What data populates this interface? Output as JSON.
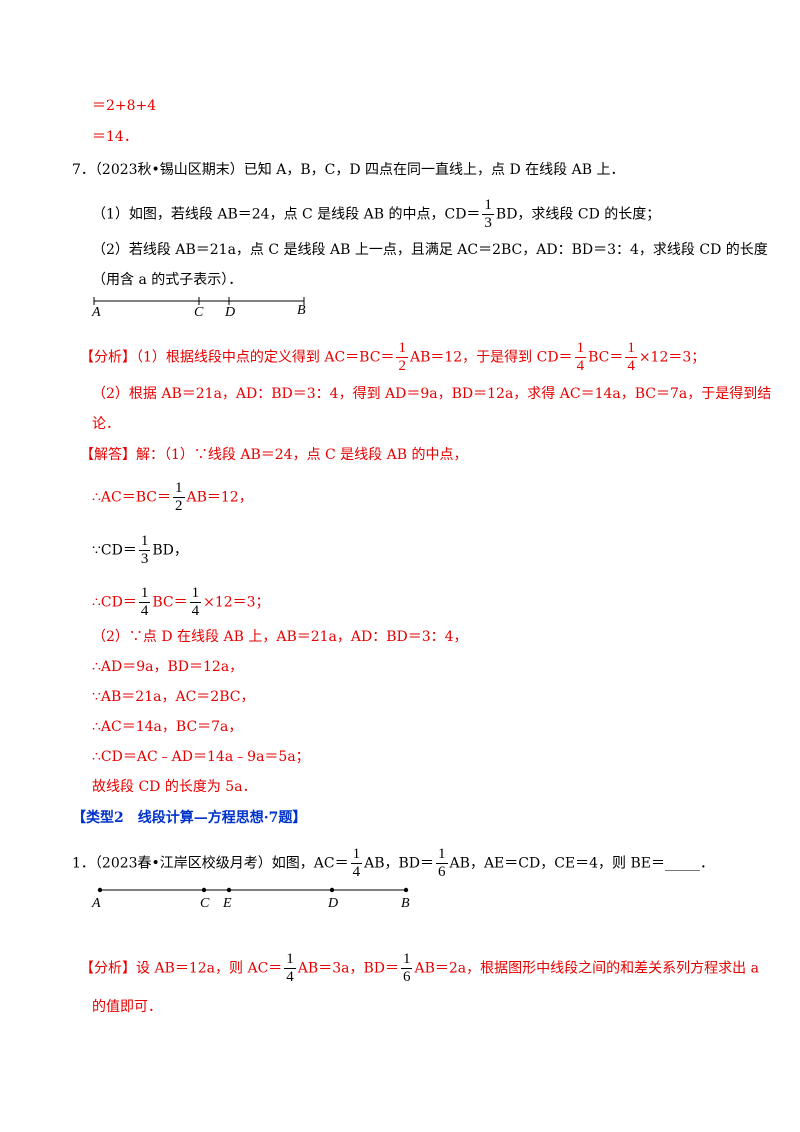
{
  "top": {
    "line1": "＝2+8+4",
    "line2": "＝14．"
  },
  "q7": {
    "stem": "7．（2023秋•锡山区期末）已知 A，B，C，D 四点在同一直线上，点 D 在线段 AB 上．",
    "p1_pre": "（1）如图，若线段 AB＝24，点 C 是线段 AB 的中点，CD＝",
    "p1_post": "BD，求线段 CD 的长度；",
    "p2_line1": "（2）若线段 AB＝21a，点 C 是线段 AB 上一点，且满足 AC＝2BC，AD：BD＝3：4，求线段 CD 的长度",
    "p2_line2": "（用含 a 的式子表示）．",
    "figure_labels": [
      "A",
      "C",
      "D",
      "B"
    ],
    "analysis1_pre": "【分析】（1）根据线段中点的定义得到 AC＝BC＝",
    "analysis1_mid": "AB＝12，于是得到 CD＝",
    "analysis1_mid2": "BC＝",
    "analysis1_post": "×12＝3；",
    "analysis2_line1": "（2）根据 AB＝21a，AD：BD＝3：4，得到 AD＝9a，BD＝12a，求得 AC＝14a，BC＝7a，于是得到结",
    "analysis2_line2": "论．",
    "sol_head": "【解答】解：（1）∵线段 AB＝24，点 C 是线段 AB 的中点，",
    "sol_l1_pre": "∴AC＝BC＝",
    "sol_l1_post": "AB＝12，",
    "sol_l2_pre": "∵CD＝",
    "sol_l2_post": "BD，",
    "sol_l3_pre": "∴CD＝",
    "sol_l3_mid": "BC＝",
    "sol_l3_post": "×12＝3；",
    "sol_p2_l1": "（2）∵点 D 在线段 AB 上，AB＝21a，AD：BD＝3：4，",
    "sol_p2_l2": "∴AD＝9a，BD＝12a，",
    "sol_p2_l3": "∵AB＝21a，AC＝2BC，",
    "sol_p2_l4": "∴AC＝14a，BC＝7a，",
    "sol_p2_l5": "∴CD＝AC﹣AD＝14a﹣9a＝5a；",
    "sol_p2_l6": "故线段 CD 的长度为 5a．"
  },
  "type2": {
    "heading": "【类型2　线段计算—方程思想·7题】"
  },
  "q1": {
    "stem_pre": "1．（2023春•江岸区校级月考）如图，AC＝",
    "stem_mid1": "AB，BD＝",
    "stem_post": "AB，AE＝CD，CE＝4，则 BE＝_____．",
    "figure_labels": [
      "A",
      "C",
      "E",
      "D",
      "B"
    ],
    "analysis_pre": "【分析】设 AB＝12a，则 AC＝",
    "analysis_mid1": "AB＝3a，BD＝",
    "analysis_post": "AB＝2a，根据图形中线段之间的和差关系列方程求出 a",
    "analysis_line2": "的值即可．"
  },
  "fractions": {
    "one": "1",
    "two": "2",
    "three": "3",
    "four": "4",
    "six": "6"
  }
}
